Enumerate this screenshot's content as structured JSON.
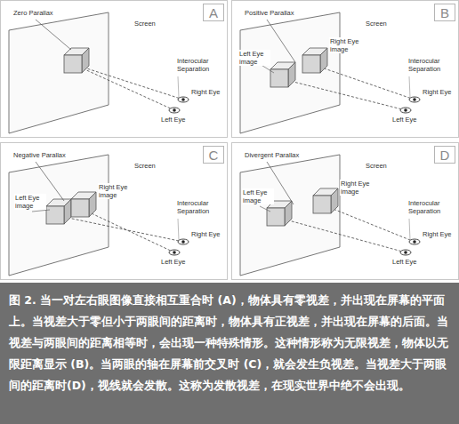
{
  "diagram": {
    "caption": "图 2. 当一对左右眼图像直接相互重合时 (A)，物体具有零视差，并出现在屏幕的平面上。当视差大于零但小于两眼间的距离时，物体具有正视差，并出现在屏幕的后面。当视差与两眼间的距离相等时，会出现一种特殊情形。这种情形称为无限视差，物体以无限距离显示 (B)。当两眼的轴在屏幕前交叉时 (C)，就会发生负视差。当视差大于两眼间的距离时(D)，视线就会发散。这称为发散视差，在现实世界中绝不会出现。",
    "nodes": [
      {
        "text": [
          "A"
        ]
      },
      {
        "text": [
          "B"
        ]
      },
      {
        "text": [
          "C"
        ]
      },
      {
        "text": [
          "D"
        ]
      }
    ],
    "labels": [
      "Zero Parallax",
      "Screen",
      "Interocular Separation",
      "Right Eye",
      "Left Eye",
      "Positive Parallax",
      "Screen",
      "Right Eye image",
      "Left Eye image",
      "Interocular Separation",
      "Right Eye",
      "Left Eye",
      "Negative Parallax",
      "Screen",
      "Left Eye image",
      "Right Eye image",
      "Interocular Separation",
      "Right Eye",
      "Left Eye",
      "Divergent Parallax",
      "Screen",
      "Left Eye image",
      "Right Eye image",
      "Interocular Separation",
      "Right Eye",
      "Left Eye"
    ]
  }
}
